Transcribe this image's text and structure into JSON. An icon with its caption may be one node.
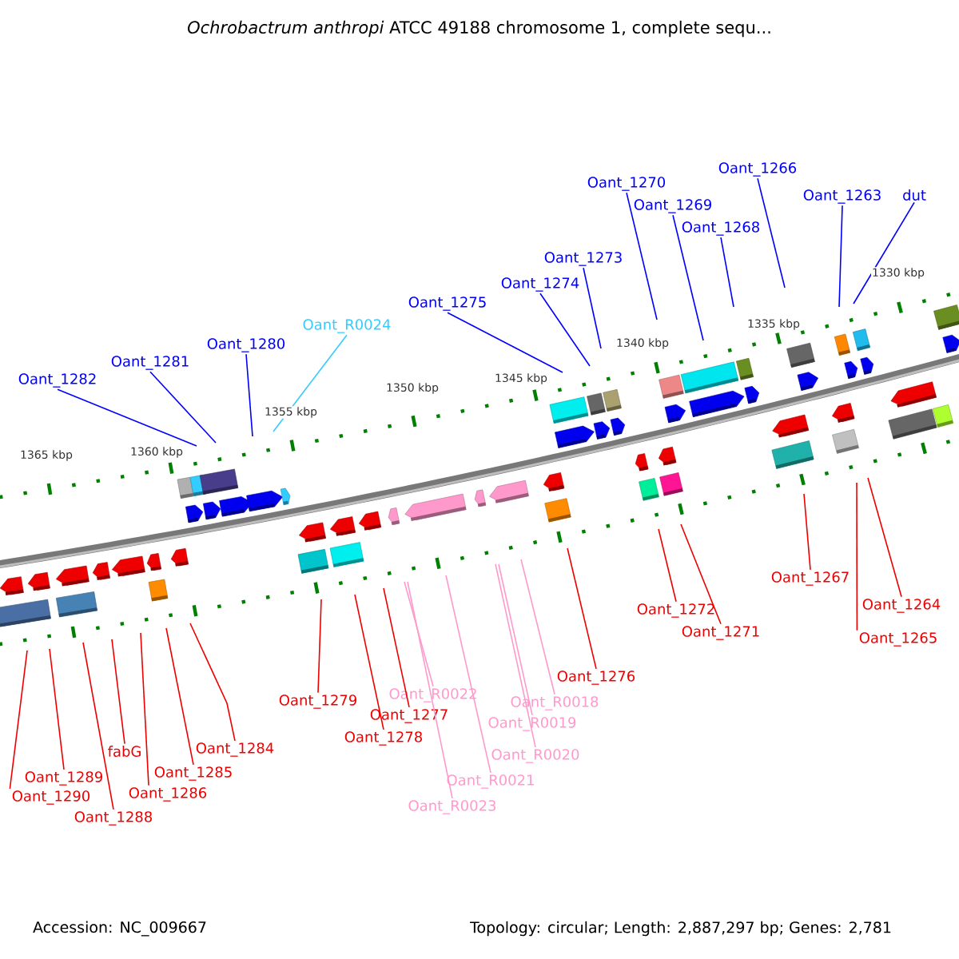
{
  "diagram": {
    "title": "*Ochrobactrum anthropi* ATCC 49188 chromosome 1, complete sequ...",
    "nodes": [
      {
        "text": [
          "Oant_1282"
        ]
      },
      {
        "text": [
          "Oant_1281"
        ]
      },
      {
        "text": [
          "Oant_1280"
        ]
      },
      {
        "text": [
          "Oant_R0024"
        ]
      },
      {
        "text": [
          "Oant_1275"
        ]
      },
      {
        "text": [
          "Oant_1274"
        ]
      },
      {
        "text": [
          "Oant_1273"
        ]
      },
      {
        "text": [
          "Oant_1270"
        ]
      },
      {
        "text": [
          "Oant_1269"
        ]
      },
      {
        "text": [
          "Oant_1268"
        ]
      },
      {
        "text": [
          "Oant_1266"
        ]
      },
      {
        "text": [
          "Oant_1263"
        ]
      },
      {
        "text": [
          "dut"
        ]
      },
      {
        "text": [
          "Oant_1290"
        ]
      },
      {
        "text": [
          "Oant_1289"
        ]
      },
      {
        "text": [
          "Oant_1288"
        ]
      },
      {
        "text": [
          "fabG"
        ]
      },
      {
        "text": [
          "Oant_1286"
        ]
      },
      {
        "text": [
          "Oant_1285"
        ]
      },
      {
        "text": [
          "Oant_1284"
        ]
      },
      {
        "text": [
          "Oant_1279"
        ]
      },
      {
        "text": [
          "Oant_1278"
        ]
      },
      {
        "text": [
          "Oant_1277"
        ]
      },
      {
        "text": [
          "Oant_R0022"
        ]
      },
      {
        "text": [
          "Oant_R0023"
        ]
      },
      {
        "text": [
          "Oant_R0021"
        ]
      },
      {
        "text": [
          "Oant_R0020"
        ]
      },
      {
        "text": [
          "Oant_R0019"
        ]
      },
      {
        "text": [
          "Oant_R0018"
        ]
      },
      {
        "text": [
          "Oant_1276"
        ]
      },
      {
        "text": [
          "Oant_1272"
        ]
      },
      {
        "text": [
          "Oant_1271"
        ]
      },
      {
        "text": [
          "Oant_1267"
        ]
      },
      {
        "text": [
          "Oant_1264"
        ]
      },
      {
        "text": [
          "Oant_1265"
        ]
      }
    ],
    "edges": [
      {
        "from": 0,
        "to": null,
        "arrow": "none",
        "color": "#0000ff"
      },
      {
        "from": 1,
        "to": null,
        "arrow": "none",
        "color": "#0000ff"
      },
      {
        "from": 2,
        "to": null,
        "arrow": "none",
        "color": "#0000ff"
      },
      {
        "from": 3,
        "to": null,
        "arrow": "none",
        "color": "#33ccff"
      },
      {
        "from": 4,
        "to": null,
        "arrow": "none",
        "color": "#0000ff"
      },
      {
        "from": 5,
        "to": null,
        "arrow": "none",
        "color": "#0000ff"
      },
      {
        "from": 6,
        "to": null,
        "arrow": "none",
        "color": "#0000ff"
      },
      {
        "from": 7,
        "to": null,
        "arrow": "none",
        "color": "#0000ff"
      },
      {
        "from": 8,
        "to": null,
        "arrow": "none",
        "color": "#0000ff"
      },
      {
        "from": 9,
        "to": null,
        "arrow": "none",
        "color": "#0000ff"
      },
      {
        "from": 10,
        "to": null,
        "arrow": "none",
        "color": "#0000ff"
      },
      {
        "from": 11,
        "to": null,
        "arrow": "none",
        "color": "#0000ff"
      },
      {
        "from": 12,
        "to": null,
        "arrow": "none",
        "color": "#0000ff"
      },
      {
        "from": 13,
        "to": null,
        "arrow": "none"
      },
      {
        "from": 14,
        "to": null,
        "arrow": "none"
      },
      {
        "from": 15,
        "to": null,
        "arrow": "none"
      },
      {
        "from": 16,
        "to": null,
        "arrow": "none"
      },
      {
        "from": 17,
        "to": null,
        "arrow": "none"
      },
      {
        "from": 18,
        "to": null,
        "arrow": "none"
      },
      {
        "from": 19,
        "to": null,
        "arrow": "none"
      },
      {
        "from": 20,
        "to": null,
        "arrow": "none"
      },
      {
        "from": 21,
        "to": null,
        "arrow": "none"
      },
      {
        "from": 22,
        "to": null,
        "arrow": "none"
      },
      {
        "from": 23,
        "to": null,
        "arrow": "none",
        "color": "#ff99cc"
      },
      {
        "from": 24,
        "to": null,
        "arrow": "none",
        "color": "#ff99cc"
      },
      {
        "from": 25,
        "to": null,
        "arrow": "none",
        "color": "#ff99cc"
      },
      {
        "from": 26,
        "to": null,
        "arrow": "none",
        "color": "#ff99cc"
      },
      {
        "from": 27,
        "to": null,
        "arrow": "none",
        "color": "#ff99cc"
      },
      {
        "from": 28,
        "to": null,
        "arrow": "none",
        "color": "#ff99cc"
      },
      {
        "from": 29,
        "to": null,
        "arrow": "none"
      },
      {
        "from": 30,
        "to": null,
        "arrow": "none"
      },
      {
        "from": 31,
        "to": null,
        "arrow": "none"
      },
      {
        "from": 32,
        "to": null,
        "arrow": "none"
      },
      {
        "from": 33,
        "to": null,
        "arrow": "none"
      },
      {
        "from": 34,
        "to": null,
        "arrow": "none"
      }
    ],
    "labels": [
      "1365 kbp",
      "1360 kbp",
      "1355 kbp",
      "1350 kbp",
      "1345 kbp",
      "1340 kbp",
      "1335 kbp",
      "1330 kbp",
      "Accession: NC_009667",
      "Topology: circular; Length: 2,887,297 bp; Genes: 2,781"
    ]
  }
}
